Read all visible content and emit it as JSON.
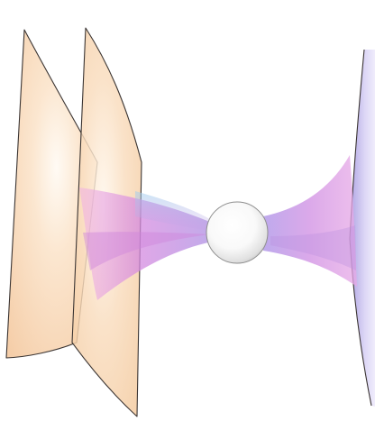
{
  "diagram": {
    "elements": [
      {
        "name": "brane-plane-left",
        "kind": "plane"
      },
      {
        "name": "brane-plane-middle",
        "kind": "plane"
      },
      {
        "name": "brane-plane-right",
        "kind": "plane"
      },
      {
        "name": "funnel-left",
        "kind": "flux-tube"
      },
      {
        "name": "funnel-right",
        "kind": "flux-tube"
      },
      {
        "name": "central-sphere",
        "kind": "sphere"
      }
    ],
    "colors": {
      "plane_fill": "#f7cfa7",
      "plane_highlight": "#fffaf2",
      "plane_edge": "#3a3432",
      "funnel_pink": "#e98bd8",
      "funnel_violet": "#b886e0",
      "funnel_blue": "#a9b8ec",
      "right_plane_fill": "#cdc6f0",
      "sphere_fill": "#ffffff",
      "sphere_shade": "#c7c7c7"
    }
  }
}
